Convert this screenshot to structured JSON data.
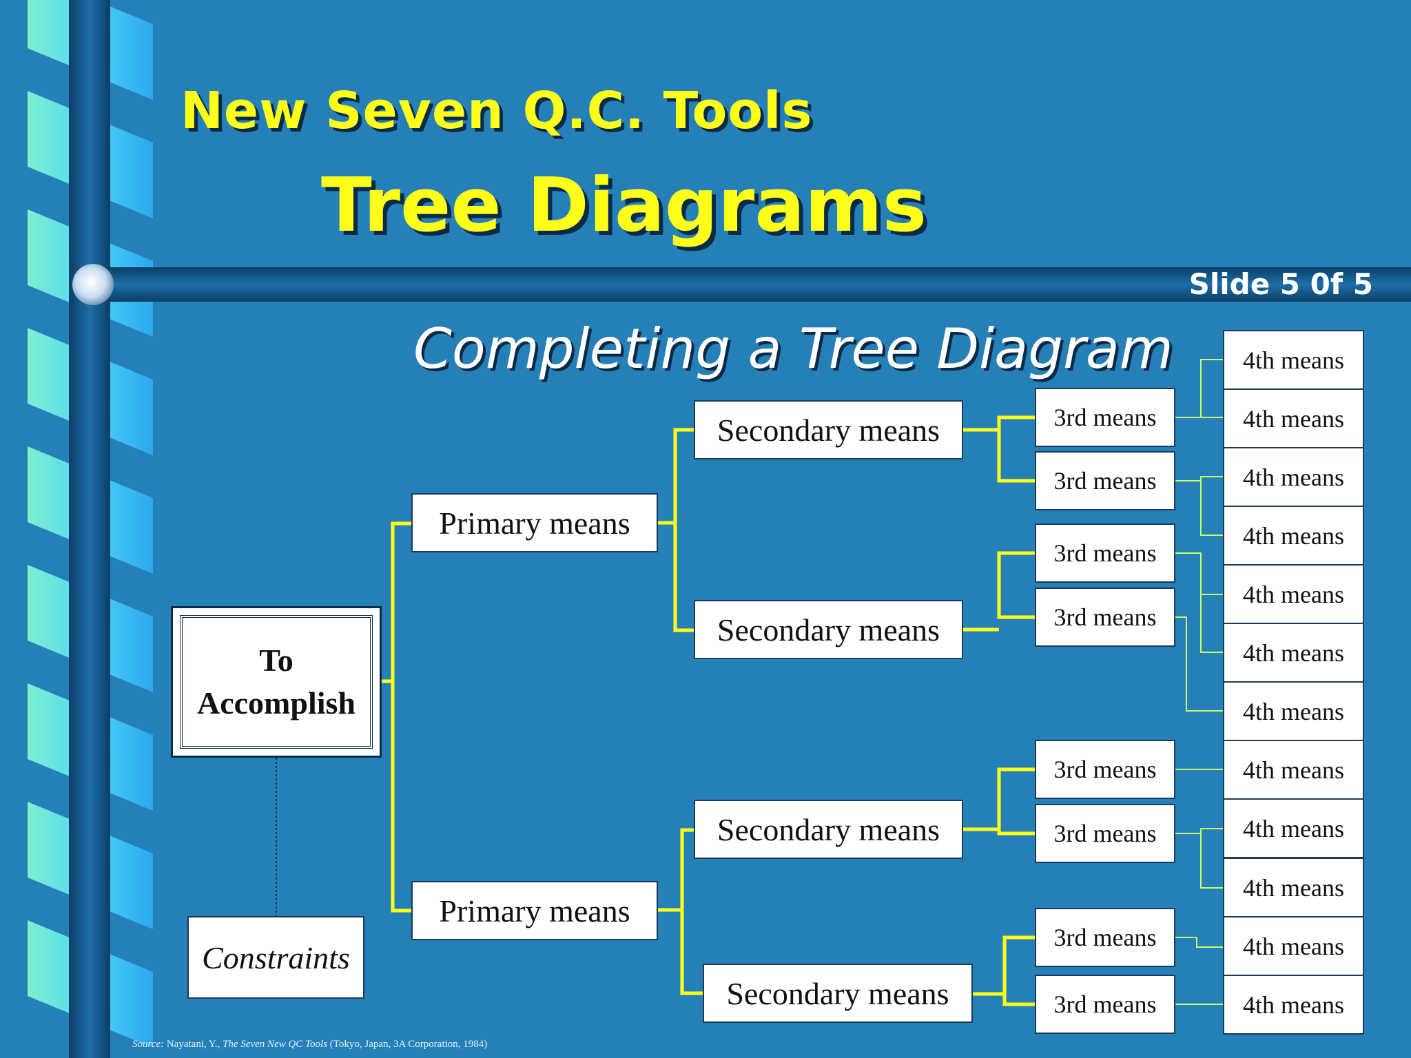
{
  "header": {
    "title": "New Seven Q.C. Tools",
    "subtitle": "Tree Diagrams",
    "slide_indicator": "Slide 5 0f 5"
  },
  "diagram": {
    "heading": "Completing a Tree Diagram",
    "goal": {
      "line1": "To",
      "line2": "Accomplish"
    },
    "constraints": "Constraints",
    "primary": [
      "Primary means",
      "Primary means"
    ],
    "secondary": [
      "Secondary means",
      "Secondary means",
      "Secondary means",
      "Secondary means"
    ],
    "third": [
      "3rd means",
      "3rd means",
      "3rd means",
      "3rd means",
      "3rd means",
      "3rd means",
      "3rd means",
      "3rd means"
    ],
    "fourth": [
      "4th means",
      "4th means",
      "4th means",
      "4th means",
      "4th means",
      "4th means",
      "4th means",
      "4th means",
      "4th means",
      "4th means",
      "4th means",
      "4th means"
    ]
  },
  "footer": {
    "source_label": "Source:",
    "source_text": "Nayatani, Y.,",
    "source_book": "The Seven New QC Tools",
    "source_pub": "(Tokyo, Japan, 3A Corporation, 1984)"
  },
  "colors": {
    "background": "#2580B8",
    "title": "#FFFF1A",
    "connector_thick": "#FFFF1A",
    "connector_thin": "#CCFF66"
  }
}
